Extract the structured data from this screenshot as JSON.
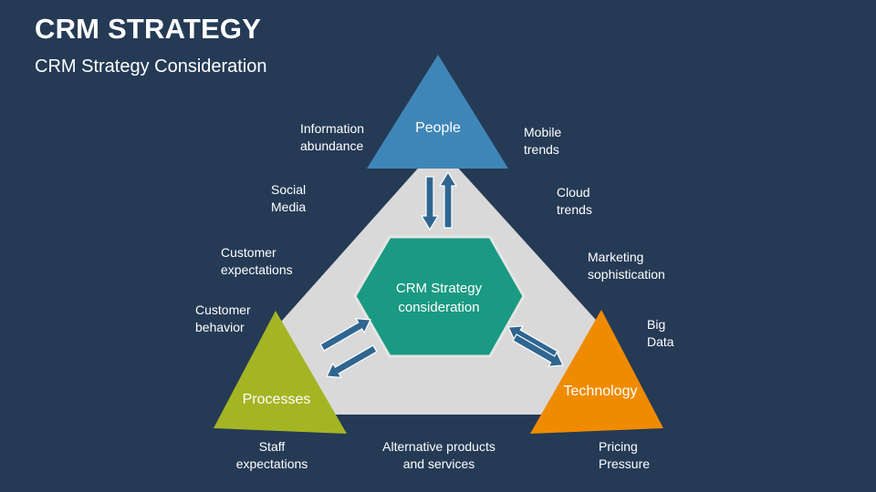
{
  "title": "CRM STRATEGY",
  "subtitle": "CRM Strategy Consideration",
  "center": {
    "line1": "CRM Strategy",
    "line2": "consideration"
  },
  "nodes": {
    "people": "People",
    "processes": "Processes",
    "technology": "Technology"
  },
  "factors": [
    {
      "line1": "Information",
      "line2": "abundance"
    },
    {
      "line1": "Social",
      "line2": "Media"
    },
    {
      "line1": "Customer",
      "line2": "expectations"
    },
    {
      "line1": "Customer",
      "line2": "behavior"
    },
    {
      "line1": "Mobile",
      "line2": "trends"
    },
    {
      "line1": "Cloud",
      "line2": "trends"
    },
    {
      "line1": "Marketing",
      "line2": "sophistication"
    },
    {
      "line1": "Big",
      "line2": "Data"
    },
    {
      "line1": "Staff",
      "line2": "expectations"
    },
    {
      "line1": "Alternative products",
      "line2": "and services"
    },
    {
      "line1": "Pricing",
      "line2": "Pressure"
    }
  ],
  "colors": {
    "background": "#253a55",
    "big_triangle": "#d9d9d9",
    "people": "#3f86b8",
    "processes": "#a4b524",
    "technology": "#f08b00",
    "center": "#1a9a82",
    "arrows": "#2f6690"
  }
}
